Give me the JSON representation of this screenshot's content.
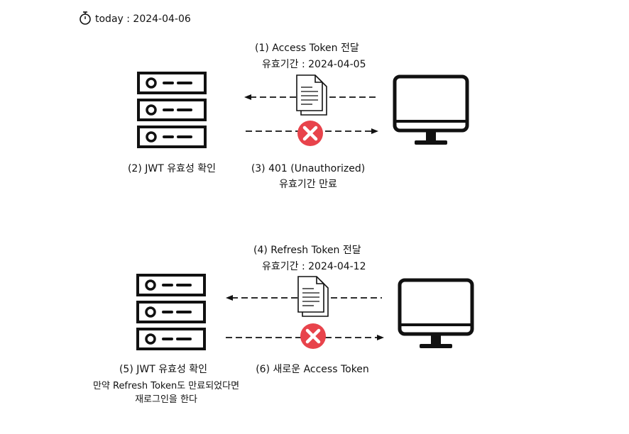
{
  "header": {
    "today": "today : 2024-04-06"
  },
  "step1": {
    "label": "(1) Access Token 전달",
    "expiry": "유효기간 : 2024-04-05"
  },
  "step2": {
    "label": "(2) JWT 유효성 확인"
  },
  "step3": {
    "label": "(3) 401 (Unauthorized)",
    "sub": "유효기간 만료"
  },
  "step4": {
    "label": "(4) Refresh Token 전달",
    "expiry": "유효기간 : 2024-04-12"
  },
  "step5": {
    "label": "(5) JWT 유효성 확인",
    "note1": "만약 Refresh Token도 만료되었다면",
    "note2": "재로그인을 한다"
  },
  "step6": {
    "label": "(6) 새로운 Access Token"
  },
  "colors": {
    "reject": "#e8434b",
    "stroke": "#111111"
  },
  "icons": [
    "stopwatch-icon",
    "server-icon",
    "monitor-icon",
    "document-icon",
    "reject-x-icon"
  ]
}
